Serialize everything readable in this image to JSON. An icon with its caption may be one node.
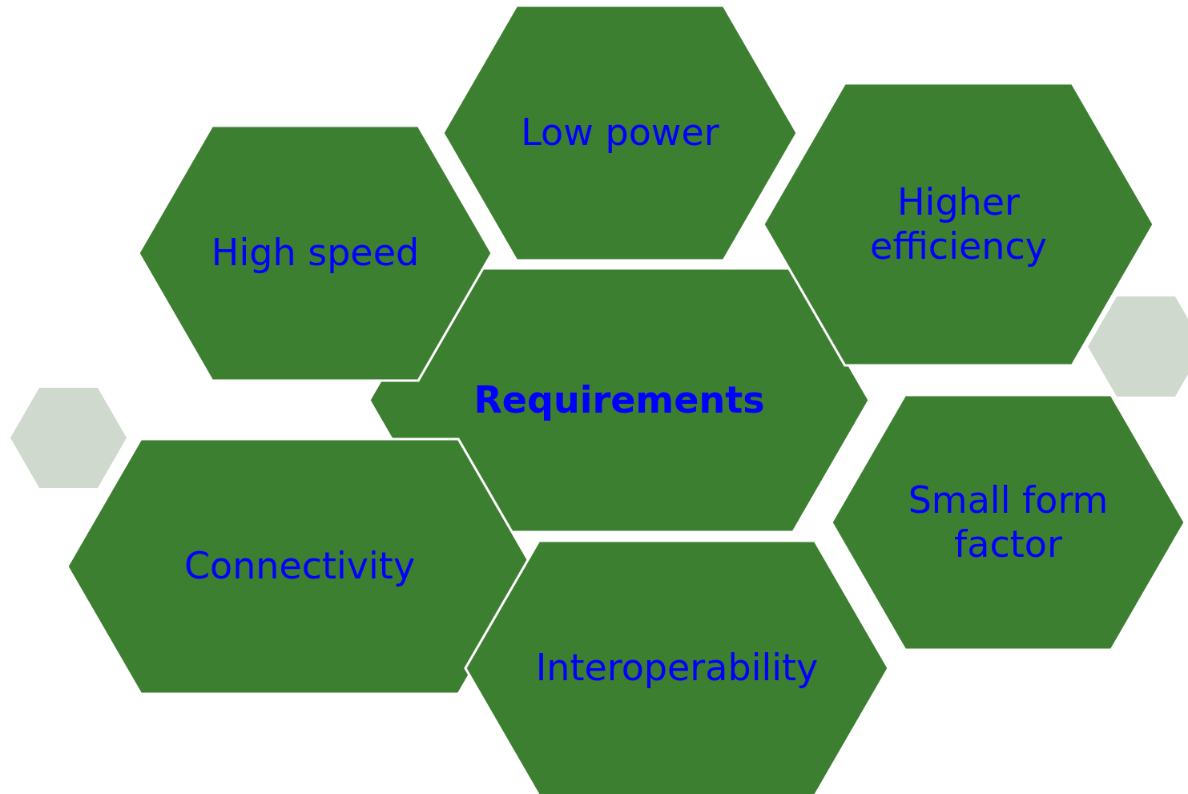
{
  "diagram": {
    "nodes": [
      {
        "text": [
          "Low power"
        ]
      },
      {
        "text": [
          "High speed"
        ]
      },
      {
        "text": [
          "Higher efficiency"
        ]
      },
      {
        "text": [
          "Requirements"
        ]
      },
      {
        "text": [
          "Connectivity"
        ]
      },
      {
        "text": [
          "Small form factor"
        ]
      },
      {
        "text": [
          "Interoperability"
        ]
      },
      {
        "text": [],
        "shape": "hexagon"
      },
      {
        "text": [],
        "shape": "hexagon"
      }
    ]
  }
}
